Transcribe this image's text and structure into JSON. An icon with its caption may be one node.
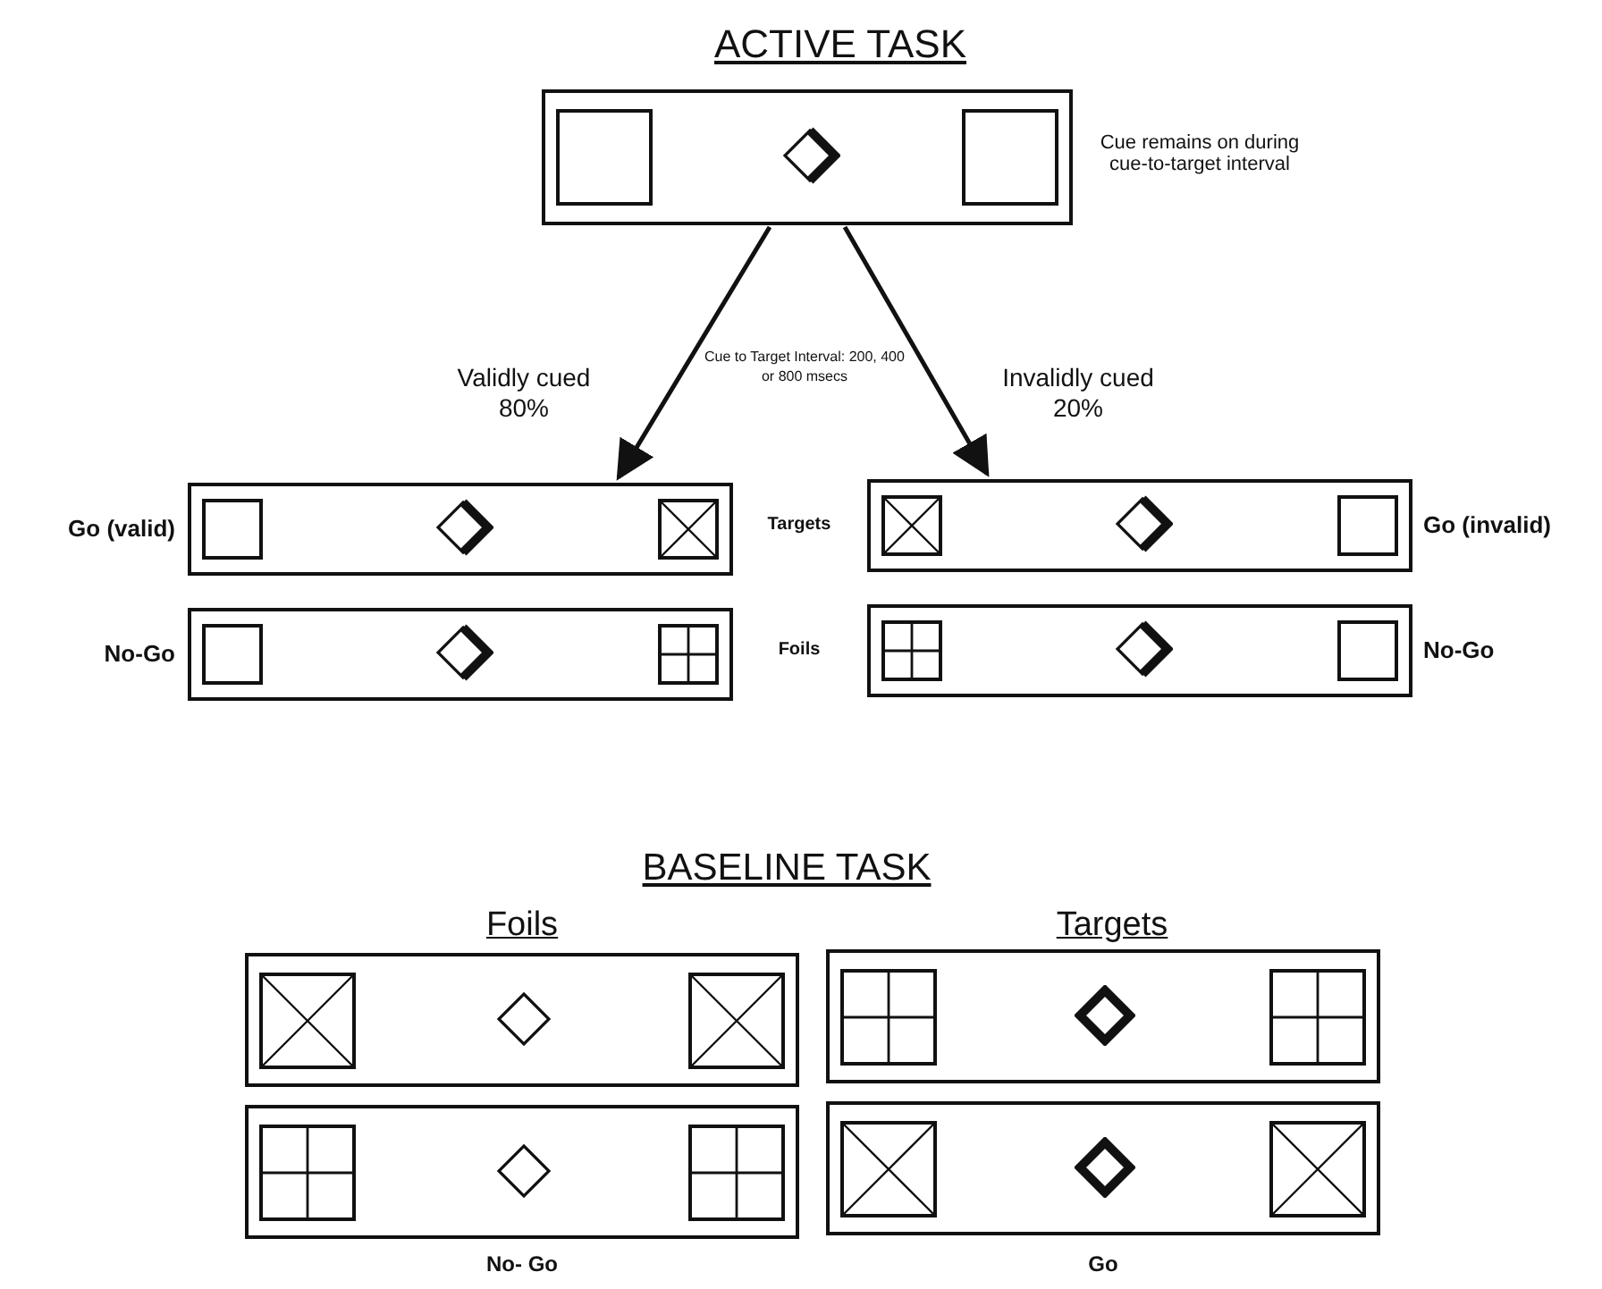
{
  "diagram": {
    "nodes": [
      {
        "text": [],
        "shape": "box",
        "beside": [
          "Cue remains on during cue-to-target interval"
        ]
      },
      {
        "text": [],
        "shape": "box",
        "beside": [
          "Go (valid)"
        ]
      },
      {
        "text": [],
        "shape": "box",
        "beside": [
          "No-Go"
        ]
      },
      {
        "text": [],
        "shape": "box",
        "beside": [
          "Go (invalid)"
        ]
      },
      {
        "text": [],
        "shape": "box",
        "beside": [
          "No-Go"
        ]
      },
      {
        "text": [],
        "shape": "box",
        "beside": [
          "Foils"
        ]
      },
      {
        "text": [],
        "shape": "box",
        "beside": [
          "No- Go"
        ]
      },
      {
        "text": [],
        "shape": "box",
        "beside": [
          "Targets"
        ]
      },
      {
        "text": [],
        "shape": "box",
        "beside": [
          "Go"
        ]
      }
    ],
    "edges": [
      {
        "from": 0,
        "to": 1,
        "arrow": "to",
        "label": "Validly cued 80%"
      },
      {
        "from": 0,
        "to": 3,
        "arrow": "to",
        "label": "Invalidly cued 20%"
      }
    ],
    "labels": [
      "ACTIVE TASK",
      "Cue to Target Interval: 200, 400 or 800 msecs",
      "Targets",
      "Foils",
      "BASELINE TASK"
    ]
  }
}
